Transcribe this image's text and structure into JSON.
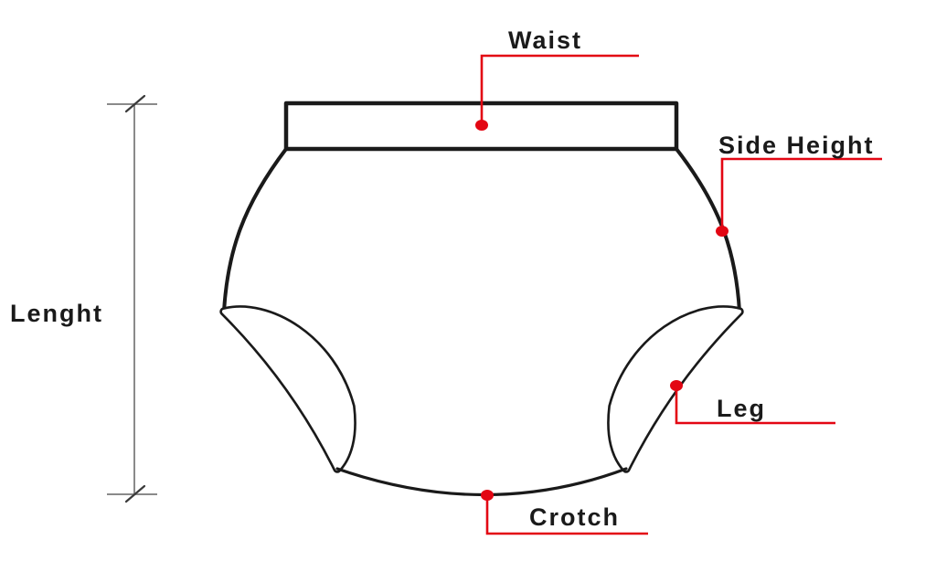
{
  "diagram": {
    "type": "garment-measurement-diagram",
    "labels": {
      "waist": "Waist",
      "side_height": "Side Height",
      "lenght": "Lenght",
      "leg": "Leg",
      "crotch": "Crotch"
    },
    "measurement_points": [
      {
        "id": "waist",
        "label": "Waist",
        "marker": "red-dot"
      },
      {
        "id": "side-height",
        "label": "Side Height",
        "marker": "red-dot"
      },
      {
        "id": "lenght",
        "label": "Lenght",
        "marker": "double-tick-dimension-line"
      },
      {
        "id": "leg",
        "label": "Leg",
        "marker": "red-dot"
      },
      {
        "id": "crotch",
        "label": "Crotch",
        "marker": "red-dot"
      }
    ]
  },
  "colors": {
    "outline": "#1a1a1a",
    "annotation": "#e30613",
    "dimension": "#8a8a8a",
    "slash": "#3a3a3a",
    "background": "#ffffff"
  }
}
